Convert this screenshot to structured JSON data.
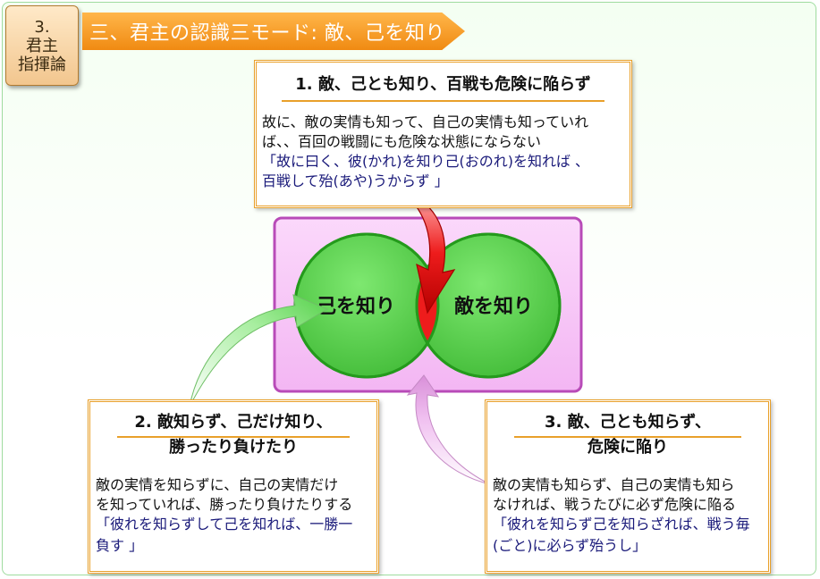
{
  "chapter": {
    "number": "3.",
    "line1": "君主",
    "line2": "指揮論"
  },
  "banner": {
    "title": "三、君主の認識三モード: 敵、己を知り"
  },
  "diagram": {
    "left_circle_label": "己を知り",
    "right_circle_label": "敵を知り",
    "colors": {
      "circle_green": "#55d14a",
      "overlap_red": "#ee1c1c",
      "panel_pink": "#f8c8f8",
      "box_border": "#e9a02a"
    }
  },
  "box_top": {
    "title": "1. 敵、己とも知り、百戦も危険に陥らず",
    "line1": "故に、敵の実情も知って、自己の実情も知っていれ",
    "line2": "ば、、百回の戦闘にも危険な状態にならない",
    "quote1": "「故に曰く、彼(かれ)を知り己(おのれ)を知れば 、",
    "quote2": "百戦して殆(あや)うからず 」"
  },
  "box_left": {
    "title1": "2. 敵知らず、己だけ知り、",
    "title2": "勝ったり負けたり",
    "line1": "敵の実情を知らずに、自己の実情だけ",
    "line2": "を知っていれば、勝ったり負けたりする",
    "quote1": "「彼れを知らずして己を知れば、一勝一",
    "quote2": "負す 」"
  },
  "box_right": {
    "title1": "3. 敵、己とも知らず、",
    "title2": "危険に陥り",
    "line1": "敵の実情も知らず、自己の実情も知ら",
    "line2": "なければ、戦うたびに必ず危険に陥る",
    "quote1": "「彼れを知らず己を知らざれば、戦う毎",
    "quote2": "(ごと)に必らず殆うし」"
  }
}
